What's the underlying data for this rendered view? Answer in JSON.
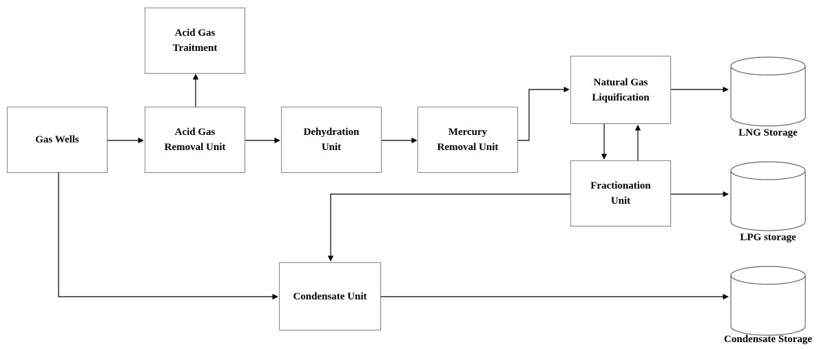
{
  "nodes": {
    "gas_wells": "Gas Wells",
    "acid_gas_removal": "Acid Gas\nRemoval Unit",
    "acid_gas_treatment": "Acid Gas\nTraitment",
    "dehydration": "Dehydration\nUnit",
    "mercury_removal": "Mercury\nRemoval Unit",
    "ng_liquification": "Natural Gas\nLiquification",
    "fractionation": "Fractionation\nUnit",
    "condensate_unit": "Condensate Unit"
  },
  "storage": {
    "lng": "LNG Storage",
    "lpg": "LPG storage",
    "condensate": "Condensate Storage"
  },
  "colors": {
    "line": "#000000",
    "box_border": "#7f8c8d",
    "cylinder": "#5f6a6a"
  }
}
